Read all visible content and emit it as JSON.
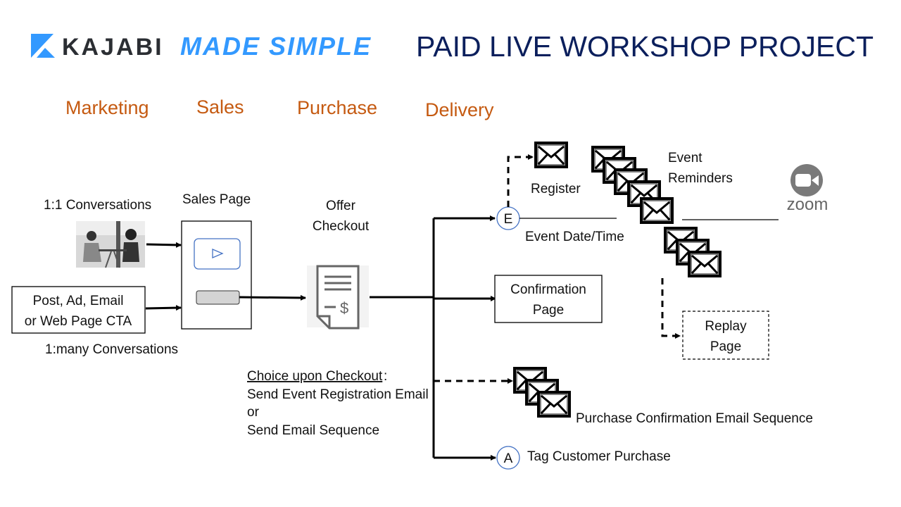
{
  "header": {
    "brand_main": "KAJABI",
    "brand_accent": "MADE SIMPLE",
    "title": "PAID LIVE WORKSHOP PROJECT"
  },
  "stages": [
    "Marketing",
    "Sales",
    "Purchase",
    "Delivery"
  ],
  "marketing": {
    "one_to_one_label": "1:1 Conversations",
    "cta_box_line1": "Post, Ad, Email",
    "cta_box_line2": "or Web Page CTA",
    "one_to_many_label": "1:many Conversations"
  },
  "sales": {
    "label": "Sales Page"
  },
  "purchase": {
    "label_line1": "Offer",
    "label_line2": "Checkout",
    "choice_heading": "Choice upon Checkout",
    "choice_colon": ":",
    "choice_lines": [
      "Send Event Registration Email",
      "or",
      "Send Email Sequence"
    ]
  },
  "delivery": {
    "event_marker": "E",
    "register_label": "Register",
    "event_reminders_line1": "Event",
    "event_reminders_line2": "Reminders",
    "event_datetime_label": "Event Date/Time",
    "zoom_label": "zoom",
    "confirmation_line1": "Confirmation",
    "confirmation_line2": "Page",
    "replay_line1": "Replay",
    "replay_line2": "Page",
    "purchase_email_label": "Purchase Confirmation Email Sequence",
    "automation_marker": "A",
    "tag_label": "Tag Customer Purchase"
  },
  "colors": {
    "stage": "#c55a11",
    "title": "#0b1f5c",
    "brand_accent": "#3399ff",
    "marker_ring": "#4472c4"
  }
}
